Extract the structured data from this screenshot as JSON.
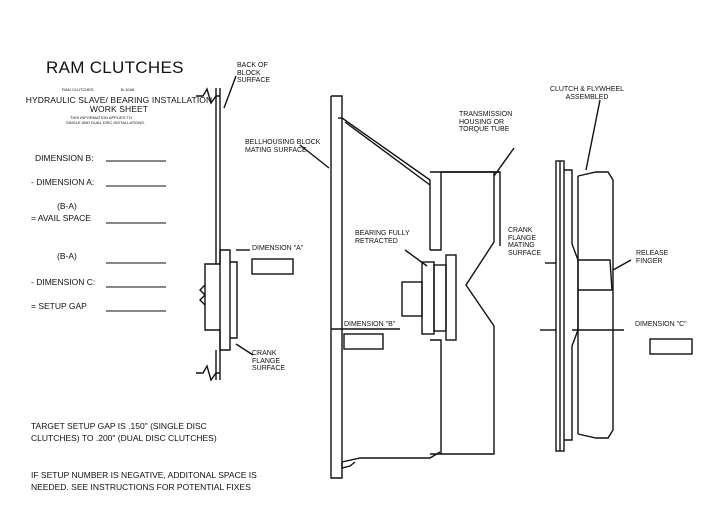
{
  "worksheet": {
    "title": "RAM CLUTCHES",
    "small_header_left": "RAM CLUTCHES",
    "small_header_code": "B-1048",
    "subtitle": "HYDRAULIC SLAVE/ BEARING INSTALLATION WORK SHEET",
    "small_note_1": "THIS INFORMATION APPLIES TO",
    "small_note_2": "SINGLE AND DUAL DISC INSTALLATIONS.",
    "lines": [
      {
        "label": "DIMENSION B:"
      },
      {
        "label": "- DIMENSION A:"
      },
      {
        "label": "(B-A)"
      },
      {
        "label": "= AVAIL SPACE"
      },
      {
        "label": "(B-A)"
      },
      {
        "label": "- DIMENSION C:"
      },
      {
        "label": "= SETUP GAP"
      }
    ],
    "note_1": "TARGET SETUP GAP IS .150\" (SINGLE DISC CLUTCHES) TO .200\" (DUAL DISC CLUTCHES)",
    "note_2": "IF SETUP NUMBER IS NEGATIVE, ADDITONAL SPACE IS NEEDED.  SEE INSTRUCTIONS FOR POTENTIAL FIXES"
  },
  "diagram": {
    "back_of_block": "BACK OF BLOCK SURFACE",
    "dimension_a": "DIMENSION \"A\"",
    "crank_flange_surface": "CRANK FLANGE SURFACE",
    "bellhousing": "BELLHOUSING BLOCK MATING SURFACE",
    "bearing": "BEARING FULLY RETRACTED",
    "dimension_b": "DIMENSION \"B\"",
    "transmission": "TRANSMISSION HOUSING OR TORQUE TUBE",
    "clutch_flywheel": "CLUTCH & FLYWHEEL ASSEMBLED",
    "crank_flange_mating": "CRANK FLANGE MATING SURFACE",
    "release_finger": "RELEASE FINGER",
    "dimension_c": "DIMENSION \"C\""
  }
}
